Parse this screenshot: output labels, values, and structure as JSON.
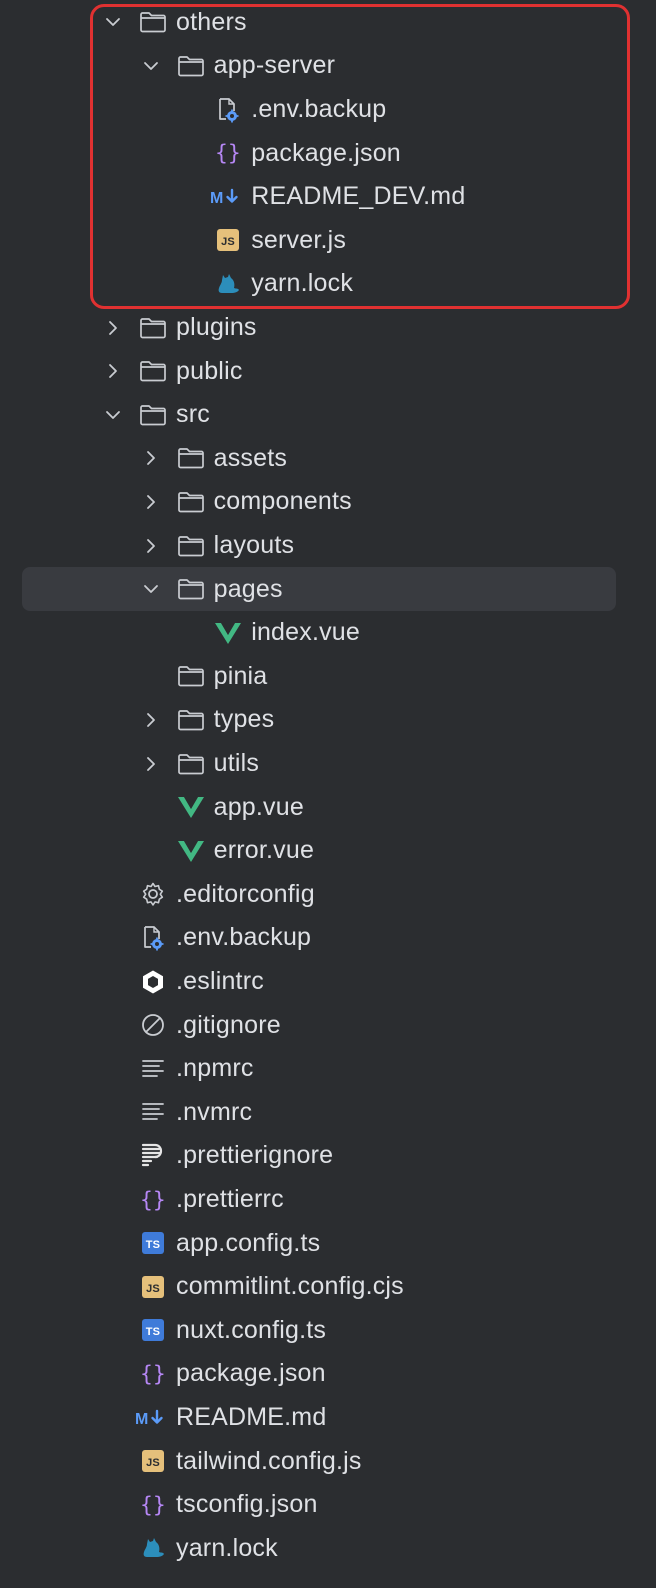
{
  "colors": {
    "background": "#2b2d30",
    "selected_row": "#393b40",
    "highlight_border": "#e03131",
    "text": "#dfe1e5",
    "vue_green": "#42b883",
    "js_yellow": "#e5c07b",
    "ts_blue": "#3f7bd9",
    "json_purple": "#b687f5",
    "md_blue": "#5b9bf8",
    "yarn_blue": "#2c8ebb"
  },
  "tree": [
    {
      "label": "others",
      "icon": "folder-icon",
      "chevron": "down",
      "depth": 0
    },
    {
      "label": "app-server",
      "icon": "folder-icon",
      "chevron": "down",
      "depth": 1
    },
    {
      "label": ".env.backup",
      "icon": "env-file-icon",
      "depth": 2
    },
    {
      "label": "package.json",
      "icon": "json-icon",
      "depth": 2
    },
    {
      "label": "README_DEV.md",
      "icon": "markdown-icon",
      "depth": 2
    },
    {
      "label": "server.js",
      "icon": "javascript-icon",
      "depth": 2
    },
    {
      "label": "yarn.lock",
      "icon": "yarn-icon",
      "depth": 2
    },
    {
      "label": "plugins",
      "icon": "folder-icon",
      "chevron": "right",
      "depth": 0
    },
    {
      "label": "public",
      "icon": "folder-icon",
      "chevron": "right",
      "depth": 0
    },
    {
      "label": "src",
      "icon": "folder-icon",
      "chevron": "down",
      "depth": 0
    },
    {
      "label": "assets",
      "icon": "folder-icon",
      "chevron": "right",
      "depth": 1
    },
    {
      "label": "components",
      "icon": "folder-icon",
      "chevron": "right",
      "depth": 1
    },
    {
      "label": "layouts",
      "icon": "folder-icon",
      "chevron": "right",
      "depth": 1
    },
    {
      "label": "pages",
      "icon": "folder-icon",
      "chevron": "down",
      "depth": 1,
      "selected": true
    },
    {
      "label": "index.vue",
      "icon": "vue-icon",
      "depth": 2
    },
    {
      "label": "pinia",
      "icon": "folder-icon",
      "depth": 1
    },
    {
      "label": "types",
      "icon": "folder-icon",
      "chevron": "right",
      "depth": 1
    },
    {
      "label": "utils",
      "icon": "folder-icon",
      "chevron": "right",
      "depth": 1
    },
    {
      "label": "app.vue",
      "icon": "vue-icon",
      "depth": 1
    },
    {
      "label": "error.vue",
      "icon": "vue-icon",
      "depth": 1
    },
    {
      "label": ".editorconfig",
      "icon": "gear-icon",
      "depth": 0
    },
    {
      "label": ".env.backup",
      "icon": "env-file-icon",
      "depth": 0
    },
    {
      "label": ".eslintrc",
      "icon": "eslint-icon",
      "depth": 0
    },
    {
      "label": ".gitignore",
      "icon": "ignore-icon",
      "depth": 0
    },
    {
      "label": ".npmrc",
      "icon": "text-lines-icon",
      "depth": 0
    },
    {
      "label": ".nvmrc",
      "icon": "text-lines-icon",
      "depth": 0
    },
    {
      "label": ".prettierignore",
      "icon": "prettier-icon",
      "depth": 0
    },
    {
      "label": ".prettierrc",
      "icon": "json-icon",
      "depth": 0
    },
    {
      "label": "app.config.ts",
      "icon": "typescript-icon",
      "depth": 0
    },
    {
      "label": "commitlint.config.cjs",
      "icon": "javascript-icon",
      "depth": 0
    },
    {
      "label": "nuxt.config.ts",
      "icon": "typescript-icon",
      "depth": 0
    },
    {
      "label": "package.json",
      "icon": "json-icon",
      "depth": 0
    },
    {
      "label": "README.md",
      "icon": "markdown-icon",
      "depth": 0
    },
    {
      "label": "tailwind.config.js",
      "icon": "javascript-icon",
      "depth": 0
    },
    {
      "label": "tsconfig.json",
      "icon": "json-icon",
      "depth": 0
    },
    {
      "label": "yarn.lock",
      "icon": "yarn-icon",
      "depth": 0
    }
  ]
}
